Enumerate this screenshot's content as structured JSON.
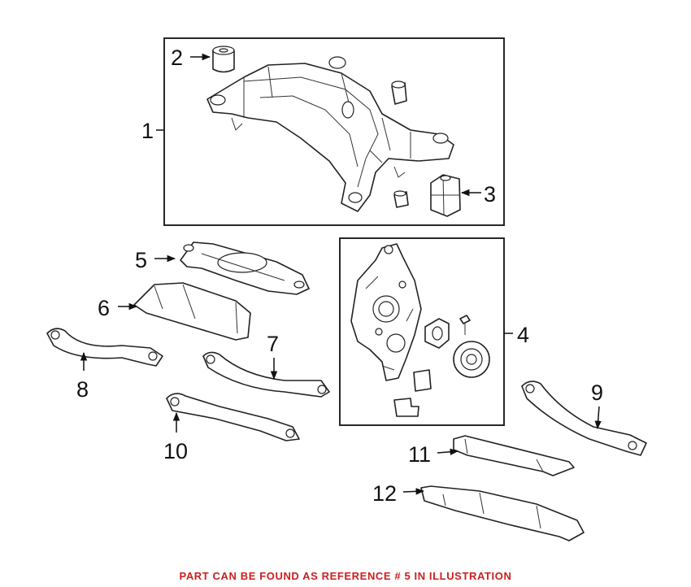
{
  "callouts": {
    "c1": "1",
    "c2": "2",
    "c3": "3",
    "c4": "4",
    "c5": "5",
    "c6": "6",
    "c7": "7",
    "c8": "8",
    "c9": "9",
    "c10": "10",
    "c11": "11",
    "c12": "12"
  },
  "caption": "PART CAN BE FOUND AS REFERENCE # 5 IN ILLUSTRATION",
  "colors": {
    "caption": "#cc1f1f",
    "line_art": "#222222",
    "background": "#ffffff"
  }
}
